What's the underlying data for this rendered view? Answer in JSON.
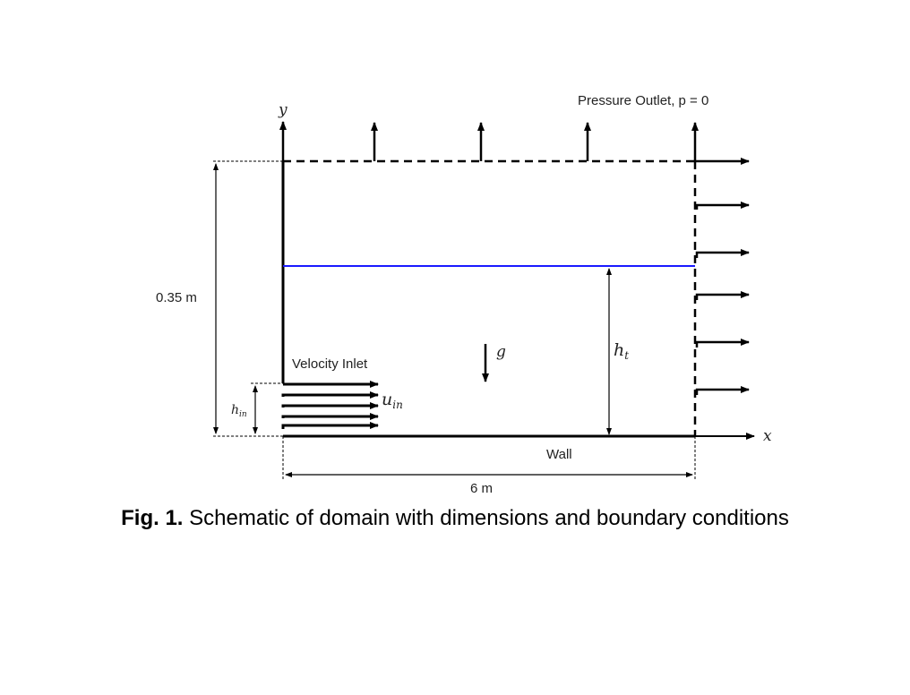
{
  "labels": {
    "pressure_outlet": "Pressure Outlet, p = 0",
    "velocity_inlet": "Velocity Inlet",
    "wall": "Wall",
    "height_dim": "0.35 m",
    "length_dim": "6 m",
    "axis_y": "y",
    "axis_x": "x",
    "gravity": "g",
    "tank_height_main": "h",
    "tank_height_sub": "t",
    "inlet_height_main": "h",
    "inlet_height_sub": "in",
    "inlet_velocity_main": "u",
    "inlet_velocity_sub": "in"
  },
  "caption": {
    "label": "Fig. 1.",
    "text": " Schematic of domain with dimensions and boundary conditions"
  },
  "colors": {
    "line": "#000000",
    "free_surface": "#1a1aff",
    "text": "#222222"
  }
}
